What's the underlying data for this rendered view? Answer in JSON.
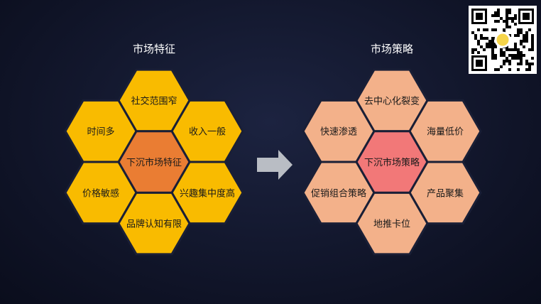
{
  "colors": {
    "background": "#121730",
    "left_outer": "#f9bb00",
    "left_center": "#ea7d33",
    "right_outer": "#f3b18a",
    "right_center": "#f27878",
    "arrow": "#b9bdc4",
    "hex_stroke": "#1a1f36"
  },
  "left": {
    "title": "市场特征",
    "center": "下沉市场特征",
    "top": "社交范围窄",
    "upper_left": "时间多",
    "upper_right": "收入一般",
    "lower_left": "价格敏感",
    "lower_right": "兴趣集中度高",
    "bottom": "品牌认知有限"
  },
  "right": {
    "title": "市场策略",
    "center": "下沉市场策略",
    "top": "去中心化裂变",
    "upper_left": "快速渗透",
    "upper_right": "海量低价",
    "lower_left": "促销组合策略",
    "lower_right": "产品聚集",
    "bottom": "地推卡位"
  },
  "icons": {
    "arrow": "right-arrow-icon",
    "qr": "qr-code-icon"
  }
}
